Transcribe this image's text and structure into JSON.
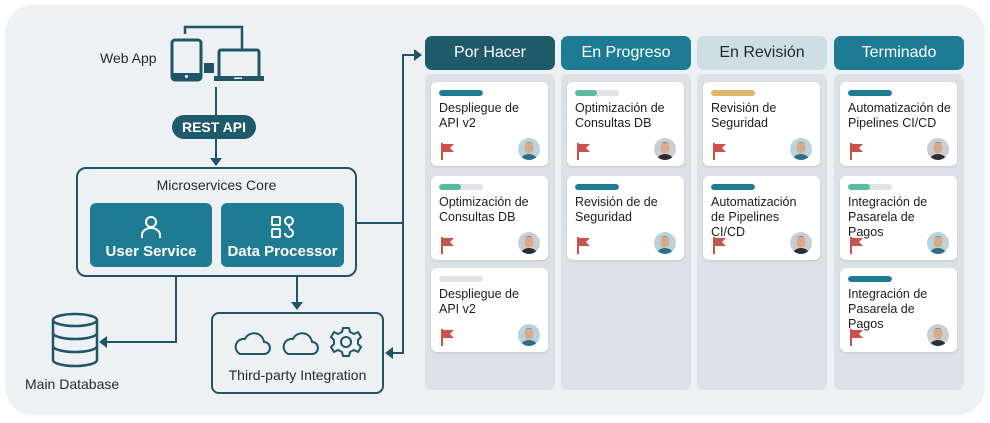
{
  "diagram": {
    "web_app": {
      "label": "Web App",
      "icon": "devices-icon"
    },
    "rest_api": {
      "label": "REST API"
    },
    "core": {
      "title": "Microservices Core",
      "services": [
        {
          "label": "User Service",
          "icon": "user-icon"
        },
        {
          "label": "Data Processor",
          "icon": "workflow-icon"
        }
      ]
    },
    "database": {
      "label": "Main Database",
      "icon": "database-icon"
    },
    "third_party": {
      "label": "Third-party Integration",
      "icons": [
        "cloud-icon",
        "cloud-icon",
        "gear-icon"
      ]
    }
  },
  "board": {
    "columns": [
      {
        "title": "Por Hacer",
        "header_bg": "#1f5a6b",
        "header_fg": "#ffffff",
        "cards": [
          {
            "title_line1": "Despliegue de",
            "title_line2": "API v2",
            "progress": 100,
            "bar_color": "#1d7c94",
            "avatar": "light"
          },
          {
            "title_line1": "Optimización de",
            "title_line2": "Consultas DB",
            "progress": 50,
            "bar_color": "#5bb9a0",
            "avatar": "dark"
          },
          {
            "title_line1": "Despliegue de",
            "title_line2": "API v2",
            "progress": 0,
            "bar_color": "#dfe2e6",
            "avatar": "light"
          }
        ]
      },
      {
        "title": "En Progreso",
        "header_bg": "#1d7c94",
        "header_fg": "#ffffff",
        "cards": [
          {
            "title_line1": "Optimización de",
            "title_line2": "Consultas DB",
            "progress": 50,
            "bar_color": "#5bb9a0",
            "avatar": "dark"
          },
          {
            "title_line1": "Revisión de de",
            "title_line2": "Seguridad",
            "progress": 100,
            "bar_color": "#1d7c94",
            "avatar": "light"
          }
        ]
      },
      {
        "title": "En Revisión",
        "header_bg": "#cfdde4",
        "header_fg": "#1e2a32",
        "cards": [
          {
            "title_line1": "Revisión de",
            "title_line2": "Seguridad",
            "progress": 100,
            "bar_color": "#e0b56a",
            "avatar": "light"
          },
          {
            "title_line1": "Automatización",
            "title_line2": "de Pipelines CI/CD",
            "progress": 100,
            "bar_color": "#1d7c94",
            "avatar": "dark"
          }
        ]
      },
      {
        "title": "Terminado",
        "header_bg": "#1d7c94",
        "header_fg": "#ffffff",
        "cards": [
          {
            "title_line1": "Automatización de",
            "title_line2": "Pipelines CI/CD",
            "progress": 100,
            "bar_color": "#1d7c94",
            "avatar": "dark"
          },
          {
            "title_line1": "Integración de",
            "title_line2": "Pasarela de Pagos",
            "progress": 50,
            "bar_color": "#5bb9a0",
            "avatar": "light"
          },
          {
            "title_line1": "Integración de",
            "title_line2": "Pasarela de Pagos",
            "progress": 100,
            "bar_color": "#1d7c94",
            "avatar": "dark"
          }
        ]
      }
    ]
  },
  "colors": {
    "wire": "#1f5566",
    "service_bg": "#1d7c94",
    "flag": "#c9534a",
    "canvas_bg": "#eef1f4",
    "column_bg": "#dde1e6"
  }
}
